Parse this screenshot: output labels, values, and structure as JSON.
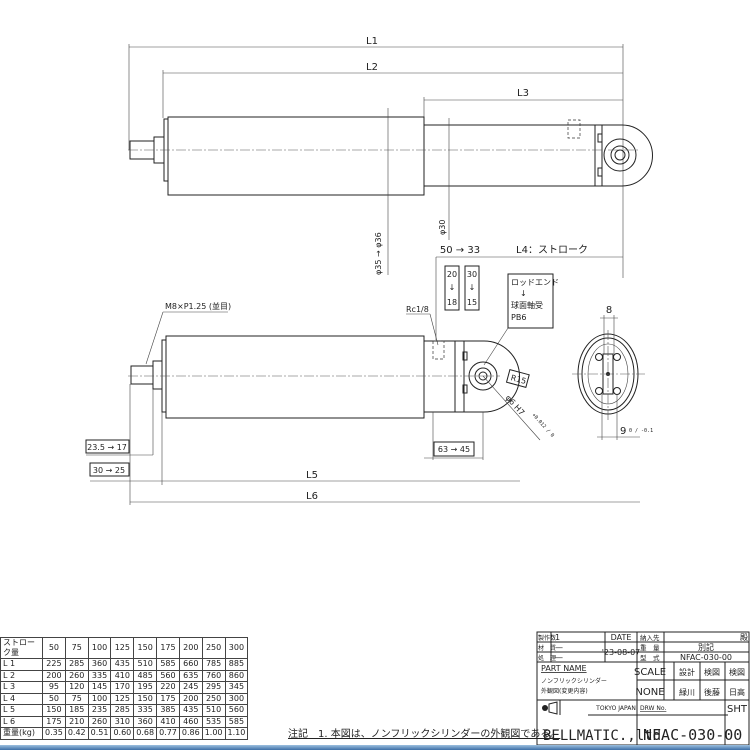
{
  "top_view": {
    "L1": "L1",
    "L2": "L2",
    "L3": "L3",
    "dia_body": "φ35 → φ36",
    "dia_rod": "φ30"
  },
  "bottom_view": {
    "stroke_label": "L4：ストローク",
    "dim_50_33": "50 → 33",
    "box_a": [
      "20",
      "↓",
      "18"
    ],
    "box_b": [
      "30",
      "↓",
      "15"
    ],
    "rc": "Rc1/8",
    "rod_end": [
      "ロッドエンド",
      "↓",
      "球面軸受",
      "PB6"
    ],
    "R15": "R15",
    "bore": "φ6 H7",
    "bore_tol": "+0.012 / 0",
    "thread": "M8×P1.25 (並目)",
    "dim_23_17": "23.5 → 17",
    "dim_30_25": "30 → 25",
    "dim_63_45": "63 → 45",
    "L5": "L5",
    "L6": "L6"
  },
  "end_view": {
    "width": "8",
    "thickness": "9",
    "tol": "0 / -0.1"
  },
  "spec_table": {
    "header": [
      "ストローク量",
      "50",
      "75",
      "100",
      "125",
      "150",
      "175",
      "200",
      "250",
      "300"
    ],
    "rows": [
      [
        "L 1",
        "225",
        "285",
        "360",
        "435",
        "510",
        "585",
        "660",
        "785",
        "885"
      ],
      [
        "L 2",
        "200",
        "260",
        "335",
        "410",
        "485",
        "560",
        "635",
        "760",
        "860"
      ],
      [
        "L 3",
        "95",
        "120",
        "145",
        "170",
        "195",
        "220",
        "245",
        "295",
        "345"
      ],
      [
        "L 4",
        "50",
        "75",
        "100",
        "125",
        "150",
        "175",
        "200",
        "250",
        "300"
      ],
      [
        "L 5",
        "150",
        "185",
        "235",
        "285",
        "335",
        "385",
        "435",
        "510",
        "560"
      ],
      [
        "L 6",
        "175",
        "210",
        "260",
        "310",
        "360",
        "410",
        "460",
        "535",
        "585"
      ],
      [
        "重量(kg)",
        "0.35",
        "0.42",
        "0.51",
        "0.60",
        "0.68",
        "0.77",
        "0.86",
        "1.00",
        "1.10"
      ]
    ]
  },
  "note": "注記　1. 本図は、ノンフリックシリンダーの外観図である。",
  "title_block": {
    "qty_label": "製作数",
    "qty": "1",
    "material_label": "材　質",
    "material": "—",
    "treatment_label": "処　理",
    "treatment": "—",
    "date_label": "DATE",
    "date": "'23-08-07",
    "customer_label": "納入先",
    "customer": "殿",
    "weight_label": "重　量",
    "weight": "別記",
    "model_label": "型　式",
    "model": "NFAC-030-00",
    "part_name_label": "PART NAME",
    "part_name_1": "ノンフリックシリンダー",
    "part_name_2": "外観図(変更内容)",
    "scale_label": "SCALE",
    "scale": "NONE",
    "design_label": "設計",
    "design": "緑川",
    "check1_label": "検図",
    "check1": "後藤",
    "check2_label": "検図",
    "check2": "日高",
    "location": "TOKYO JAPAN",
    "drw_label": "DRW No.",
    "drw_no": "NFAC-030-00",
    "sht_label": "SHT",
    "company": "BELLMATIC.,ltd"
  }
}
